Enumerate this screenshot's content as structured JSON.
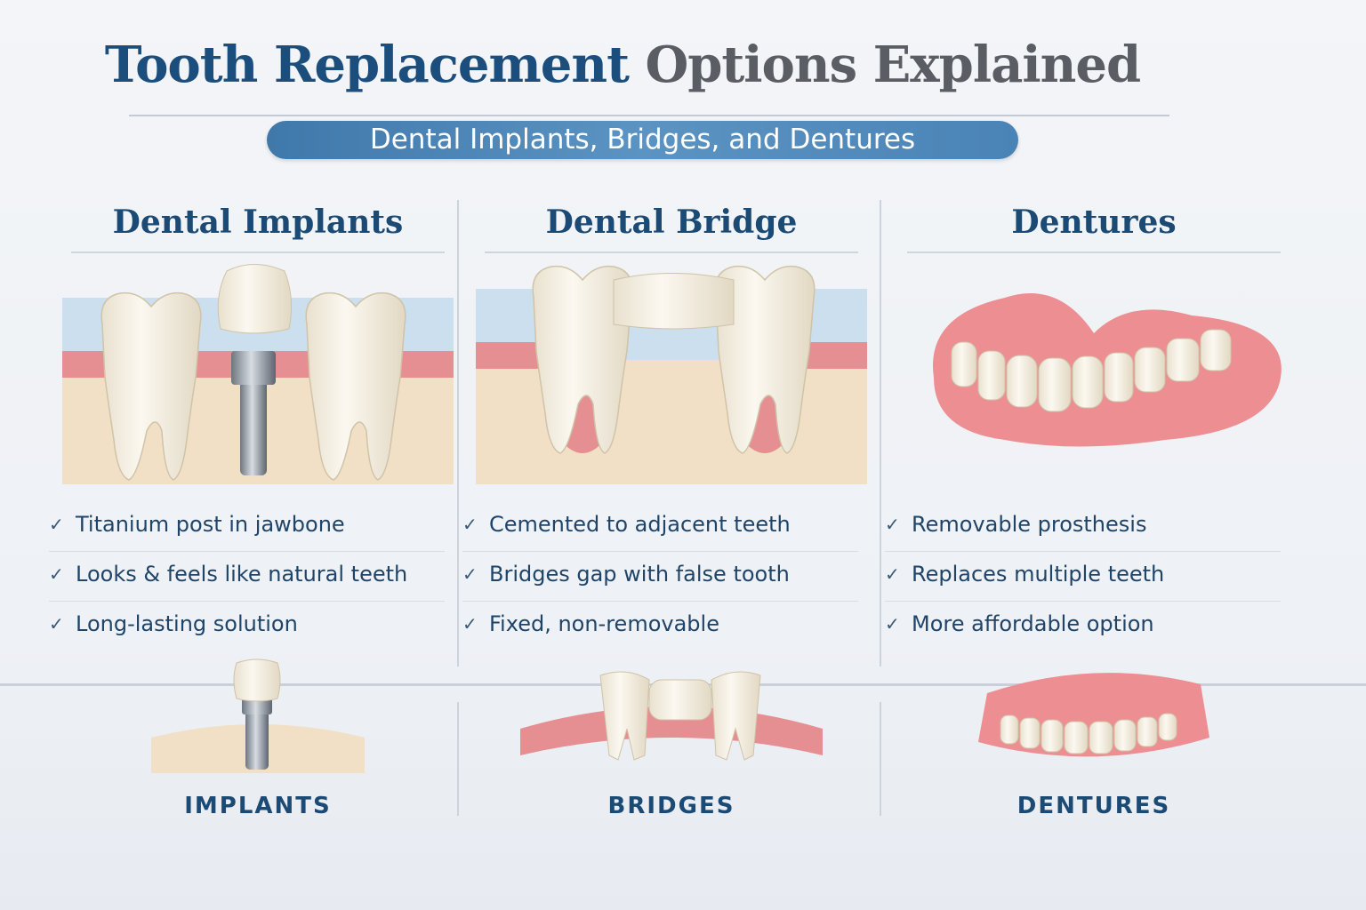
{
  "title": {
    "part1": "Tooth Replacement",
    "part2": "Options Explained"
  },
  "subtitle": "Dental Implants, Bridges, and Dentures",
  "columns": [
    {
      "heading": "Dental Implants",
      "bullets": [
        "Titanium post in jawbone",
        "Looks & feels like natural teeth",
        "Long-lasting solution"
      ],
      "label": "IMPLANTS"
    },
    {
      "heading": "Dental Bridge",
      "bullets": [
        "Cemented to adjacent teeth",
        "Bridges gap with false tooth",
        "Fixed, non-removable"
      ],
      "label": "BRIDGES"
    },
    {
      "heading": "Dentures",
      "bullets": [
        "Removable prosthesis",
        "Replaces multiple teeth",
        "More affordable option"
      ],
      "label": "DENTURES"
    }
  ],
  "check_icon": "✓",
  "colors": {
    "primary": "#1b4e7c",
    "banner": "#4a83b6",
    "gum": "#e8868a",
    "tooth": "#f4efe2",
    "bone": "#efdcc0"
  }
}
